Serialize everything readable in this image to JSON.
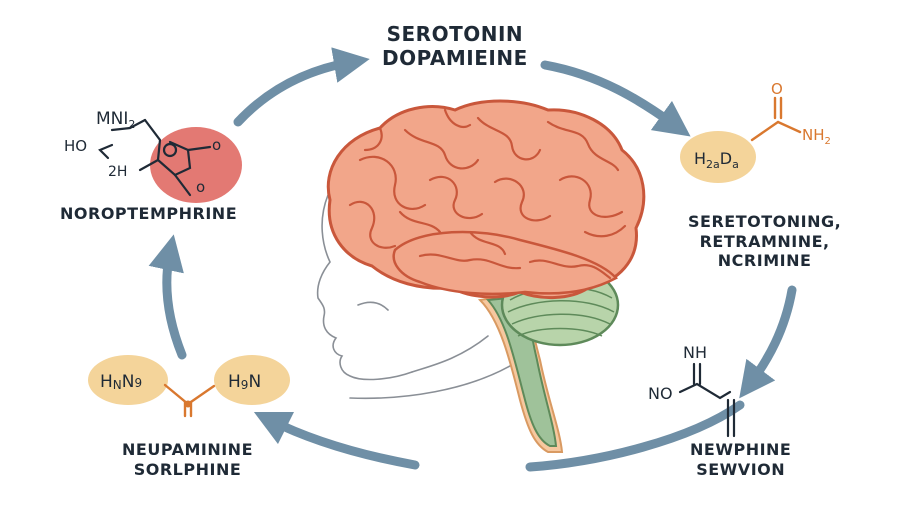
{
  "colors": {
    "arrow": "#6f8fa6",
    "brain_fill": "#f2a68a",
    "brain_stroke": "#c9573b",
    "stem_fill": "#9fc29a",
    "stem_stroke": "#5e8a5a",
    "text": "#1f2a36",
    "bond_orange": "#d9782f",
    "molecule_peach": "#f4d49a",
    "molecule_red": "#e06a64"
  },
  "labels": {
    "top_line1": "SEROTONIN",
    "top_line2": "DOPAMIEINE",
    "left": "NOROPTEMPHRINE",
    "right_line1": "SERETOTONING,",
    "right_line2": "RETRAMNINE,",
    "right_line3": "NCRIMINE",
    "bottom_right_line1": "NEWPHINE",
    "bottom_right_line2": "SEWVION",
    "bottom_left_line1": "NEUPAMININE",
    "bottom_left_line2": "SORLPHINE"
  },
  "molecules": {
    "top_left": {
      "top": "MNI",
      "sub_top": "2",
      "left": "HO",
      "bottom": "2H",
      "o_right": "o",
      "o_bottom": "o"
    },
    "top_right": {
      "o": "O",
      "nh2": "NH",
      "nh2_sub": "2",
      "blob": "H",
      "blob_sub1": "2a",
      "blob_mid": "D",
      "blob_sub2": "a"
    },
    "bottom_right": {
      "nh": "NH",
      "no": "NO"
    },
    "bottom_left": {
      "left": "H",
      "left_sub": "N",
      "left_tail": "N",
      "left_sub2": "9",
      "right": "H",
      "right_sub": "9",
      "right_tail": "N"
    }
  }
}
